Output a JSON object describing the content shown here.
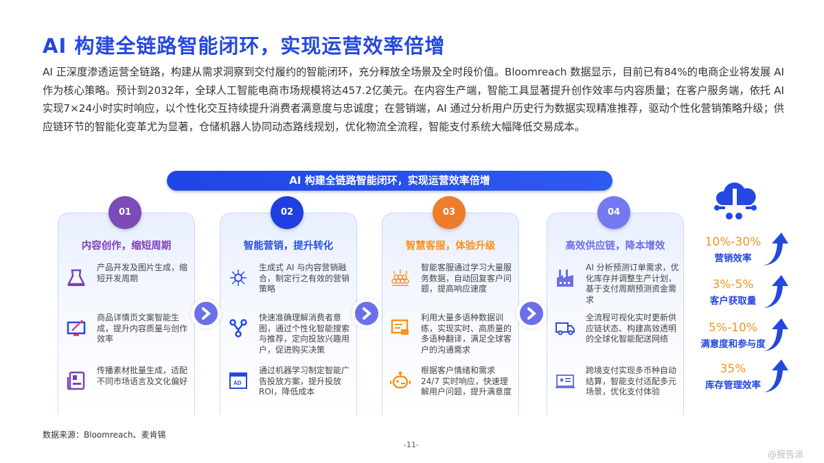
{
  "title": "AI 构建全链路智能闭环，实现运营效率倍增",
  "paragraph": "AI 正深度渗透运营全链路，构建从需求洞察到交付履约的智能闭环，充分释放全场景及全时段价值。Bloomreach 数据显示，目前已有84%的电商企业将发展 AI 作为核心策略。预计到2032年，全球人工智能电商市场规模将达457.2亿美元。在内容生产端，智能工具显著提升创作效率与内容质量；在客户服务端，依托 AI 实现7×24小时实时响应，以个性化交互持续提升消费者满意度与忠诚度；在营销端，AI 通过分析用户历史行为数据实现精准推荐，驱动个性化营销策略升级；供应链环节的智能化变革尤为显著，仓储机器人协同动态路线规划，优化物流全流程，智能支付系统大幅降低交易成本。",
  "banner": "AI 构建全链路智能闭环，实现运营效率倍增",
  "cards": [
    {
      "num": "01",
      "title": "内容创作，缩短周期",
      "color": "#7b3fb8",
      "numColor": "#7b4bb8",
      "items": [
        {
          "icon": "dress-icon",
          "text": "产品开发及图片生成，缩短开发周期"
        },
        {
          "icon": "monitor-pen-icon",
          "text": "商品详情页文案智能生成，提升内容质量与创作效率"
        },
        {
          "icon": "newspaper-icon",
          "text": "传播素材批量生成，适配不同市场语言及文化偏好"
        }
      ]
    },
    {
      "num": "02",
      "title": "智能营销，提升转化",
      "color": "#2a50e6",
      "numColor": "#1f3fe0",
      "items": [
        {
          "icon": "network-icon",
          "text": "生成式 AI 与内容营销融合，制定行之有效的营销策略"
        },
        {
          "icon": "branch-icon",
          "text": "快速准确理解消费者意图，通过个性化智能搜索与推荐，定向投放兴趣用户，促进购买决策"
        },
        {
          "icon": "ad-window-icon",
          "text": "通过机器学习制定智能广告投放方案，提升投放 ROI，降低成本"
        }
      ]
    },
    {
      "num": "03",
      "title": "智慧客服，体验升级",
      "color": "#f7931e",
      "numColor": "#ee7d2b",
      "items": [
        {
          "icon": "crowd-icon",
          "text": "智能客服通过学习大量服务数据，自动回复客户问题，提高响应速度"
        },
        {
          "icon": "chat-screen-icon",
          "text": "利用大量多语种数据训练，实现实时、高质量的多语种翻译，满足全球客户的沟通需求"
        },
        {
          "icon": "robot-icon",
          "text": "根据客户情绪和需求 24/7 实时响应，快速理解用户问题，提升满意度"
        }
      ]
    },
    {
      "num": "04",
      "title": "高效供应链，降本增效",
      "color": "#6d6fe6",
      "numColor": "#7479f0",
      "items": [
        {
          "icon": "factory-icon",
          "text": "AI 分析预测订单需求，优化库存并调整生产计划，基于支付周期预测资金需求"
        },
        {
          "icon": "truck-icon",
          "text": "全流程可视化实时更新供应链状态、构建高效透明的全球化智能配送网络"
        },
        {
          "icon": "payment-card-icon",
          "text": "跨境支付实现多币种自动结算，智能支付适配多元场景，优化支付体验"
        }
      ]
    }
  ],
  "stats": [
    {
      "value": "10%-30%",
      "label": "营销效率"
    },
    {
      "value": "3%-5%",
      "label": "客户获取量"
    },
    {
      "value": "5%-10%",
      "label": "满意度和参与度"
    },
    {
      "value": "35%",
      "label": "库存管理效率"
    }
  ],
  "source": "数据来源：Bloomreach、麦肯锡",
  "page": "-11-",
  "watermark": "@报告派"
}
